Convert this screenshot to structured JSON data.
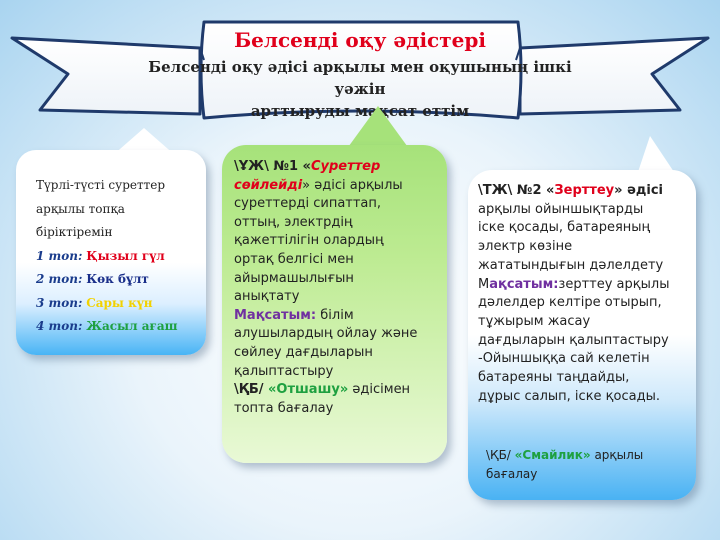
{
  "banner": {
    "title": "Белсенді оқу әдістері",
    "subtitle_line1": "Белсенді оқу әдісі арқылы мен оқушының ішкі уәжін",
    "subtitle_line2": "арттыруды мақсат еттім"
  },
  "left_bubble": {
    "intro": [
      "Түрлі-түсті суреттер",
      "арқылы топқа",
      "біріктіремін"
    ],
    "groups": [
      {
        "key": "1 топ:",
        "name": "Қызыл гүл",
        "color": "#e0001b"
      },
      {
        "key": "2 топ:",
        "name": "Көк бұлт",
        "color": "#1a2f8a"
      },
      {
        "key": "3 топ:",
        "name": "Сары күн",
        "color": "#f2d200"
      },
      {
        "key": "4 топ:",
        "name": "Жасыл ағаш",
        "color": "#1ea040"
      }
    ]
  },
  "middle_bubble": {
    "l1_prefix": "\\ҰЖ\\  №1  «",
    "l1_method": "Суреттер",
    "l2_method": "сөйлейді",
    "l2_rest": "»  әдісі арқылы",
    "lines": [
      "суреттерді сипаттап,",
      "оттың, электрдің",
      "қажеттілігін олардың",
      "ортақ белгісі мен",
      "айырмашылығын",
      "анықтату"
    ],
    "goal_label": "Мақсатым:",
    "goal_first": " білім",
    "goal_lines": [
      "алушылардың ойлау және",
      "сөйлеу дағдыларын",
      "қалыптастыру"
    ],
    "eval_prefix": "\\ҚБ/ ",
    "eval_method": "«Отшашу»",
    "eval_rest": " әдісімен",
    "eval_last": "топта бағалау"
  },
  "right_bubble": {
    "l1_prefix": "\\ТЖ\\ №2  «",
    "l1_method": "Зерттеу",
    "l1_rest": "» әдісі",
    "lines": [
      "арқылы ойыншықтарды",
      "іске қосады, батареяның",
      "электр көзіне",
      "жататындығын дәлелдету"
    ],
    "goal_prefix": "М",
    "goal_label": "ақсатым:",
    "goal_rest": "зерттеу арқылы",
    "goal_lines": [
      " дәлелдер келтіре отырып,",
      "тұжырым жасау",
      "дағдыларын қалыптастыру",
      "-Ойыншыққа сай келетін",
      "батареяны таңдайды,",
      "дұрыс салып,  іске қосады."
    ],
    "eval_prefix": "\\ҚБ/ ",
    "eval_method": "«Смайлик»",
    "eval_rest": " арқылы",
    "eval_last": "бағалау"
  },
  "colors": {
    "title_red": "#e0001b",
    "group_key_blue": "#1a3c8c",
    "goal_purple": "#7030a0",
    "method_green": "#1ea040",
    "bubble_green": "#a6e27a",
    "bubble_blue": "#49b2f3"
  }
}
